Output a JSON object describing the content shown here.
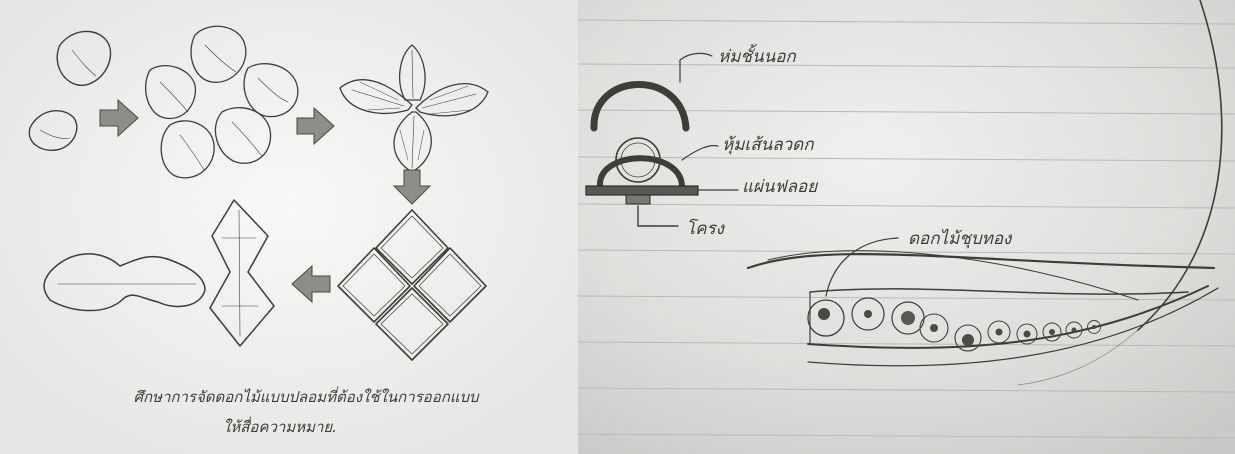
{
  "left_caption": {
    "line1": "ศึกษาการจัดดอกไม้แบบปลอมที่ต้องใช้ในการออกแบบ",
    "line2": "ให้สื่อความหมาย."
  },
  "right_labels": {
    "outer_casing": "ห่มชั้นนอก",
    "wire_casing": "หุ้มเส้นลวดก",
    "plate": "แผ่นฟลอย",
    "base": "โครง",
    "flower_bud": "ดอกไม้ชุบทอง"
  },
  "colors": {
    "paper_left": "#f3f2f1",
    "paper_right": "#e4e4e2",
    "pencil": "#3f3d3a",
    "ruled_line": "#b9bab8"
  },
  "icons": [
    "arrow-right-icon",
    "arrow-down-icon",
    "arrow-left-icon"
  ]
}
